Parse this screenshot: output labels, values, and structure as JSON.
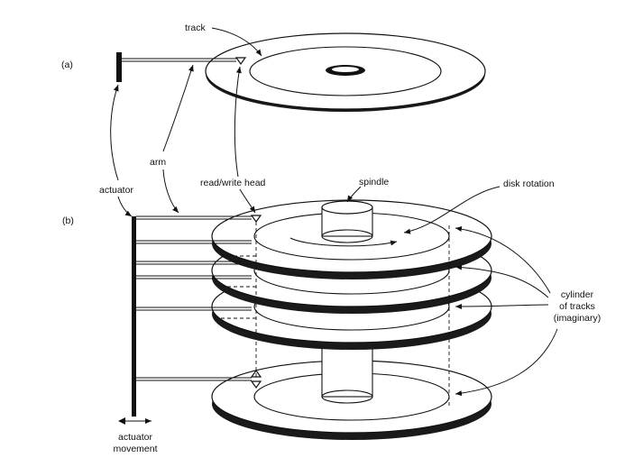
{
  "labels": {
    "a": "(a)",
    "b": "(b)",
    "track": "track",
    "arm": "arm",
    "actuator": "actuator",
    "read_write_head": "read/write head",
    "spindle": "spindle",
    "disk_rotation": "disk rotation",
    "cylinder_line1": "cylinder",
    "cylinder_line2": "of tracks",
    "cylinder_line3": "(imaginary)",
    "actuator_movement_line1": "actuator",
    "actuator_movement_line2": "movement"
  }
}
